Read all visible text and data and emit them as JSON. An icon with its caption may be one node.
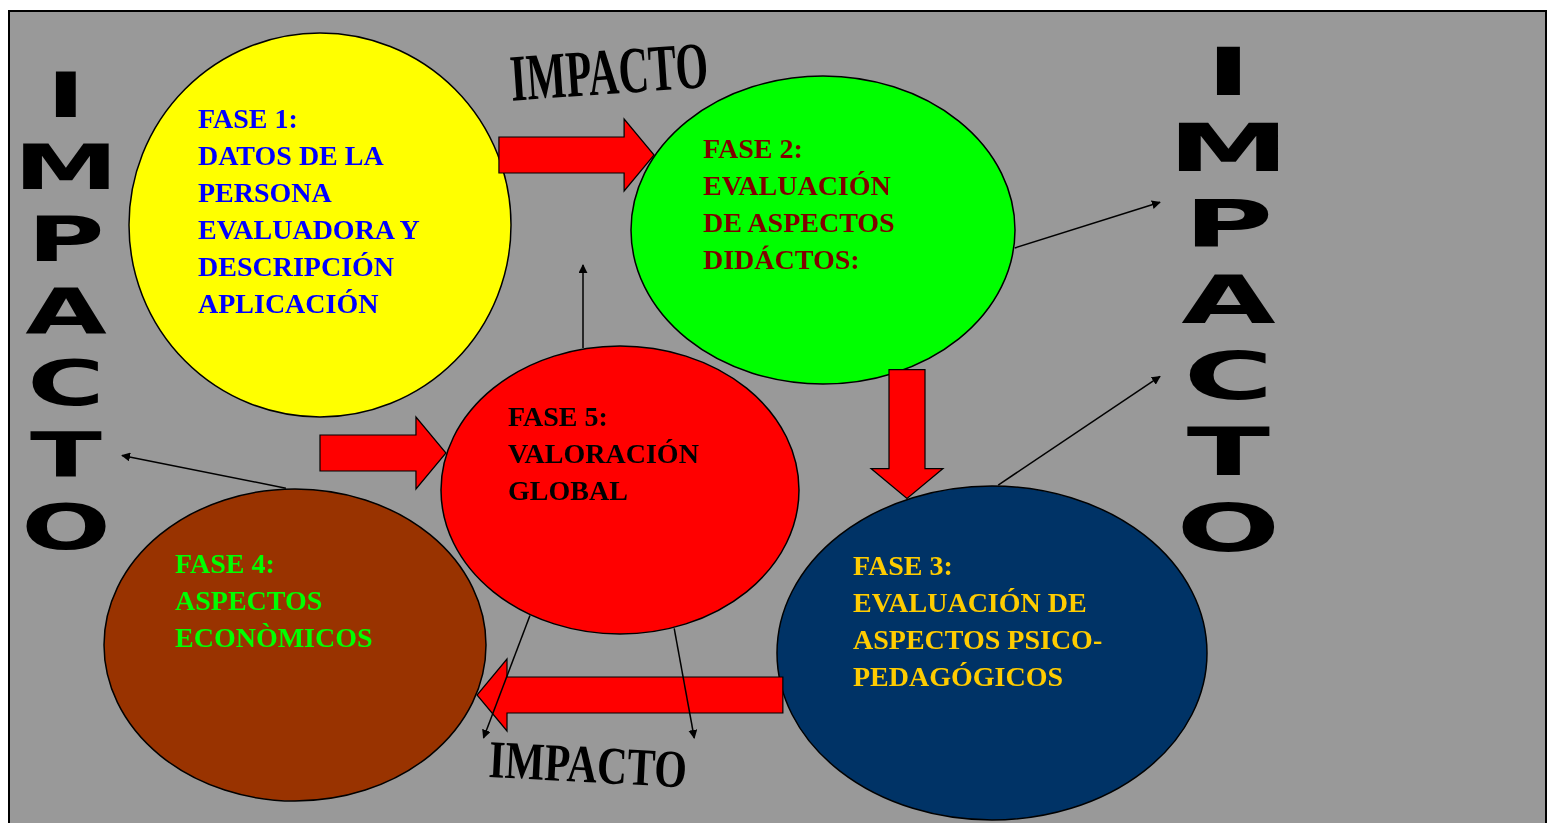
{
  "diagram": {
    "nodes": [
      {
        "text": [
          "IMPACTO"
        ]
      },
      {
        "text": [
          "FASE 1:",
          "DATOS DE LA PERSONA EVALUADORA Y DESCRIPCIÓN APLICACIÓN"
        ]
      },
      {
        "text": [
          "IMPACTO"
        ]
      },
      {
        "text": [
          "FASE 2:",
          "EVALUACIÓN DE ASPECTOS DIDÁCTOS:"
        ]
      },
      {
        "text": [
          "IMPACTO"
        ]
      },
      {
        "text": [
          "FASE 5:",
          "VALORACIÓN GLOBAL"
        ]
      },
      {
        "text": [
          "FASE 4:",
          "ASPECTOS ECONÒMICOS"
        ]
      },
      {
        "text": [
          "FASE 3:",
          "EVALUACIÓN DE ASPECTOS PSICO- PEDAGÓGICOS"
        ]
      },
      {
        "text": [
          "IMPACTO"
        ]
      }
    ],
    "edges": [
      {
        "from": 1,
        "to": 3,
        "arrow": "to",
        "style": "thick",
        "color": "#ff0000"
      },
      {
        "from": 3,
        "to": 7,
        "arrow": "to",
        "style": "thick",
        "color": "#ff0000"
      },
      {
        "from": 7,
        "to": 6,
        "arrow": "to",
        "style": "thick",
        "color": "#ff0000"
      },
      {
        "from": 6,
        "to": 5,
        "arrow": "to",
        "style": "thick",
        "color": "#ff0000"
      },
      {
        "from": 3,
        "to": 4,
        "arrow": "to"
      },
      {
        "from": 7,
        "to": 4,
        "arrow": "to"
      },
      {
        "from": 6,
        "to": 0,
        "arrow": "to"
      },
      {
        "from": 5,
        "to": null,
        "arrow": "to"
      },
      {
        "from": 5,
        "to": 8,
        "arrow": "to"
      },
      {
        "from": 5,
        "to": 8,
        "arrow": "to"
      }
    ]
  }
}
